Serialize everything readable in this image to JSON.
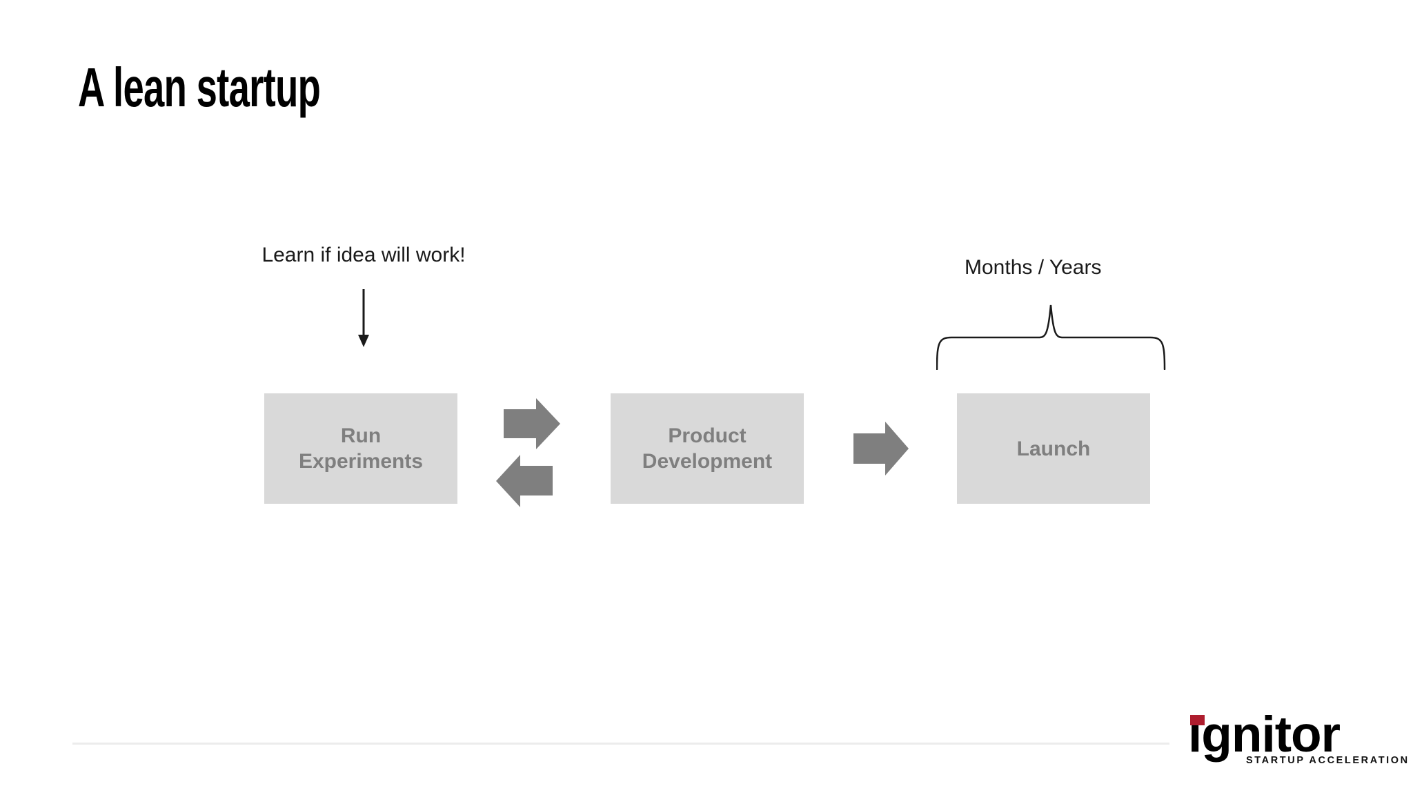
{
  "slide": {
    "title": "A lean startup",
    "annotation": "Learn if idea will work!",
    "duration_label": "Months / Years",
    "process_boxes": [
      {
        "lines": [
          "Run",
          "Experiments"
        ]
      },
      {
        "lines": [
          "Product",
          "Development"
        ]
      },
      {
        "lines": [
          "Launch"
        ]
      }
    ]
  },
  "logo": {
    "wordmark": "ignitor",
    "tagline": "STARTUP ACCELERATION"
  },
  "colors": {
    "background": "#ffffff",
    "title_text": "#000000",
    "body_text": "#1a1a1a",
    "box_fill": "#d9d9d9",
    "box_text": "#7f7f7f",
    "arrow_fill": "#7f7f7f",
    "accent_red": "#ae1d2e",
    "divider": "#ececec"
  }
}
